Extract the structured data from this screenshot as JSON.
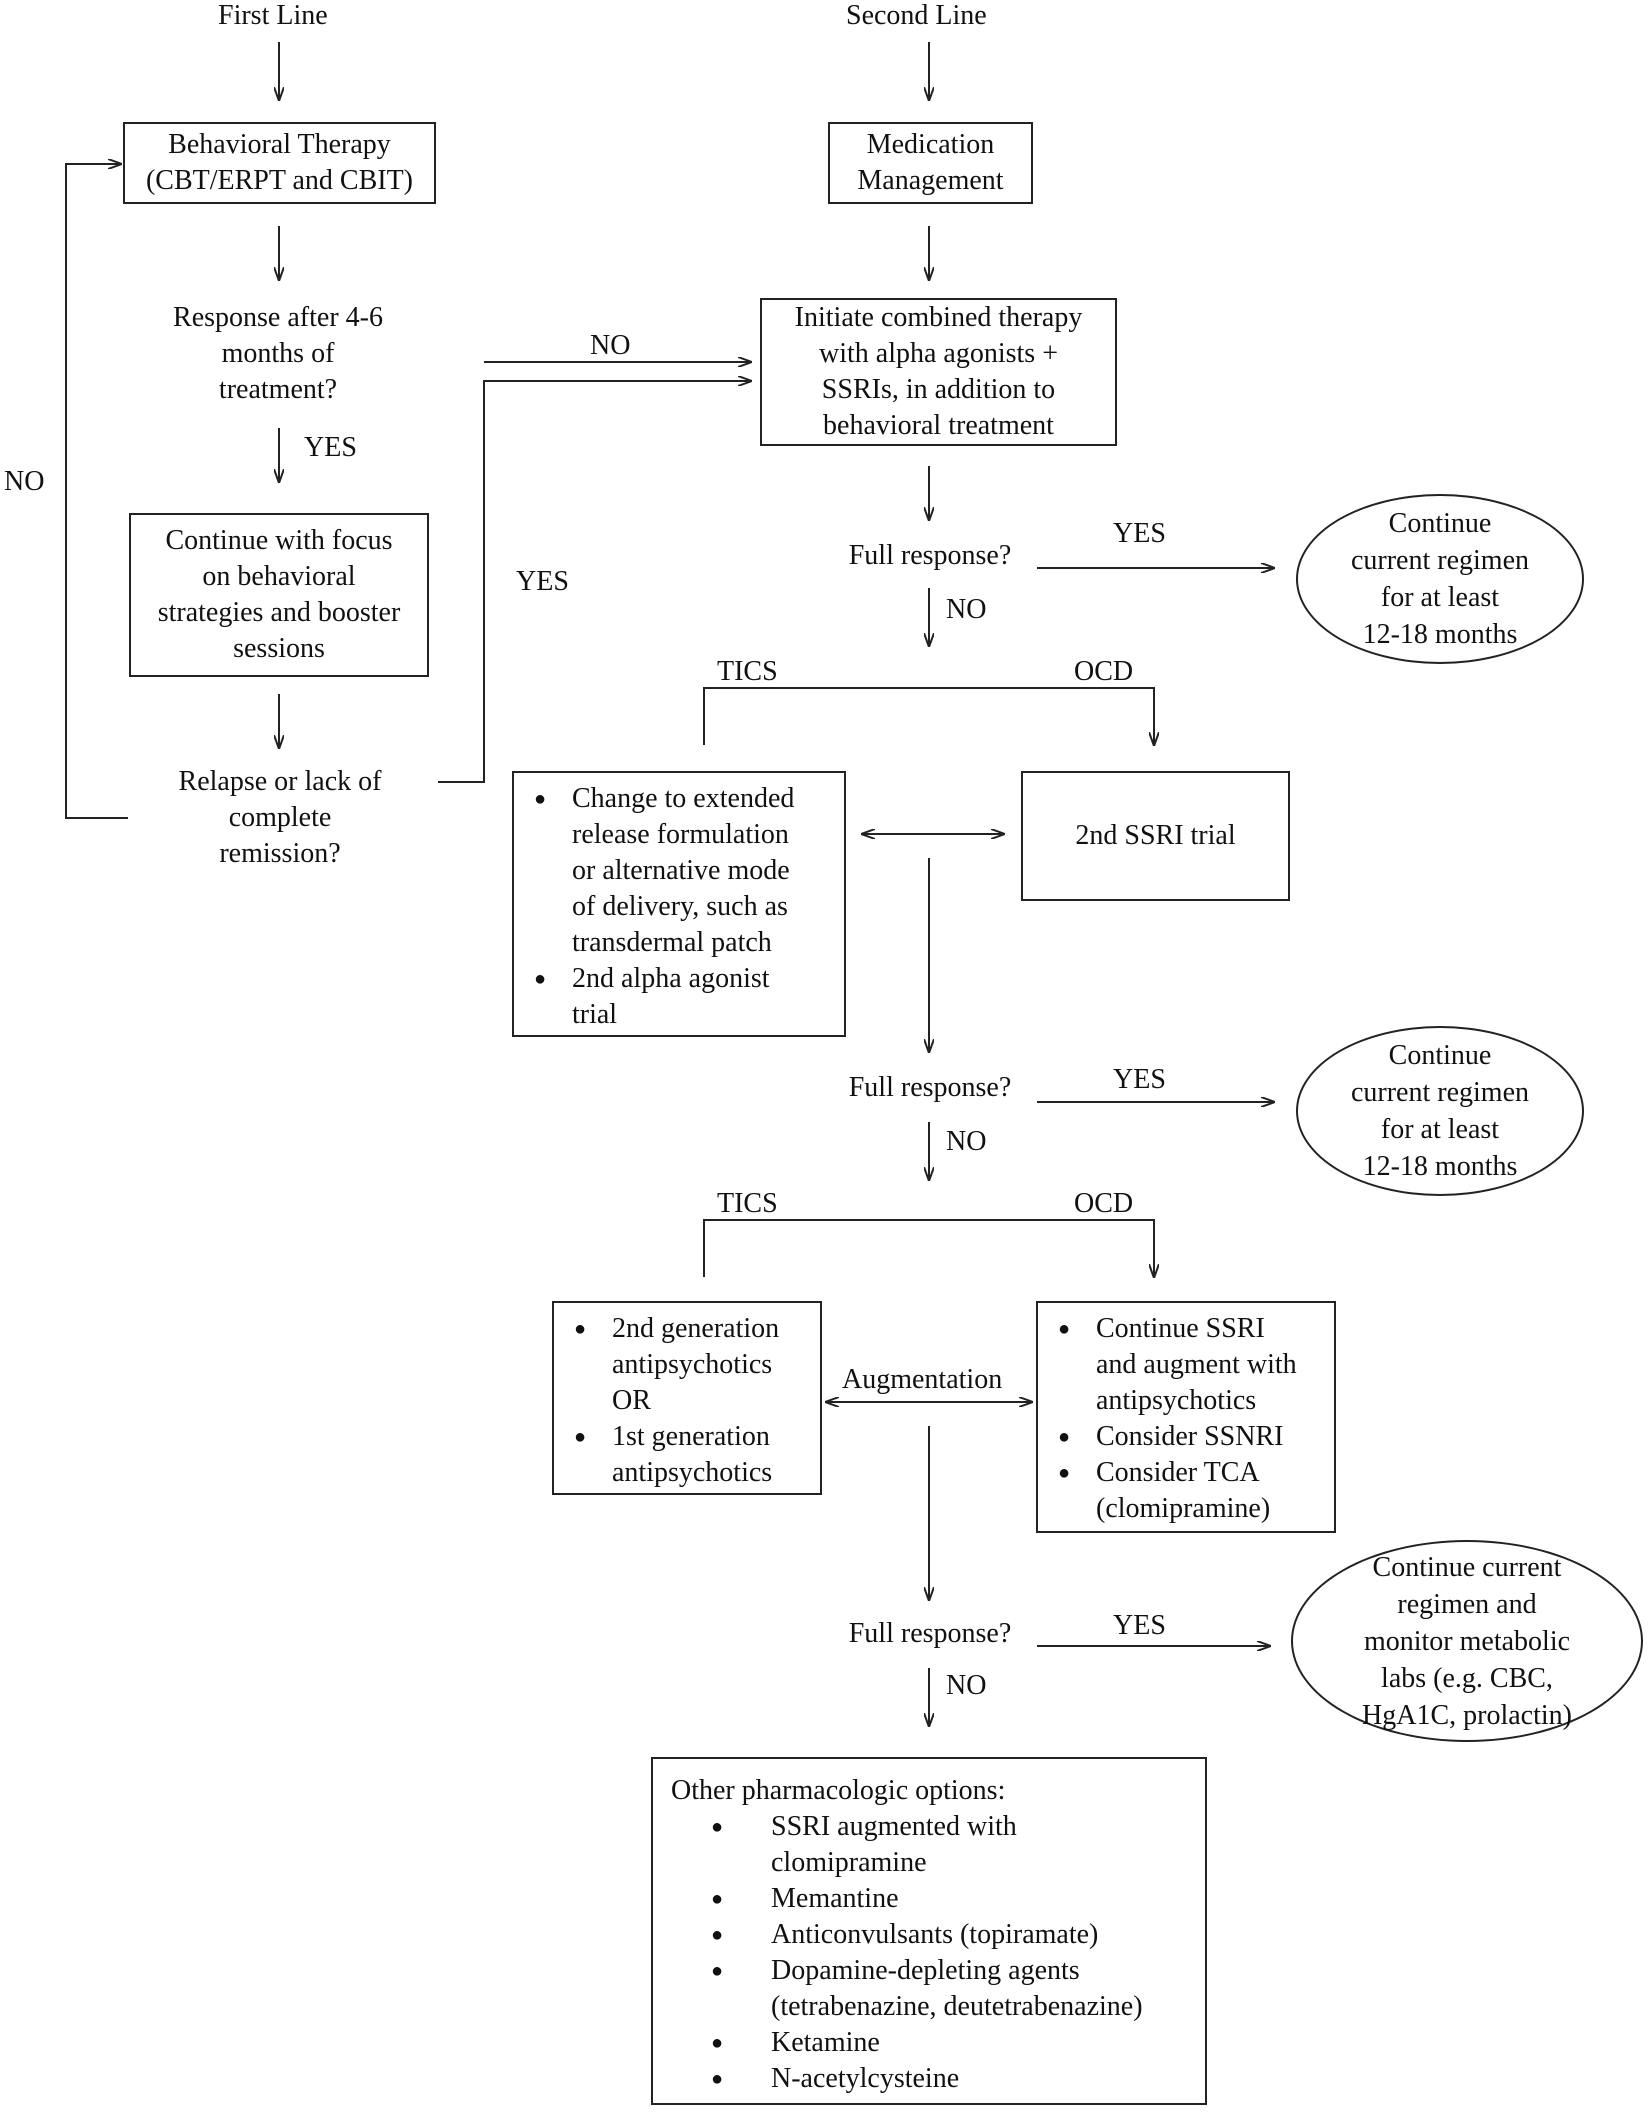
{
  "headers": {
    "first_line": "First Line",
    "second_line": "Second Line"
  },
  "nodes": {
    "behavioral_therapy": "Behavioral Therapy\n(CBT/ERPT and CBIT)",
    "response_question": "Response after 4-6\nmonths of\ntreatment?",
    "continue_focus": "Continue with focus\non behavioral\nstrategies and booster\nsessions",
    "relapse_question": "Relapse or lack of\ncomplete\nremission?",
    "medication_management": "Medication\nManagement",
    "combined_therapy": "Initiate combined therapy\nwith alpha agonists +\nSSRIs, in addition to\nbehavioral treatment",
    "full_response_1": "Full response?",
    "full_response_2": "Full response?",
    "full_response_3": "Full response?",
    "continue_regimen_1": "Continue\ncurrent regimen\nfor at least\n12-18 months",
    "continue_regimen_2": "Continue\ncurrent regimen\nfor at least\n12-18 months",
    "continue_regimen_3": "Continue current\nregimen and\nmonitor metabolic\nlabs (e.g. CBC,\nHgA1C, prolactin)",
    "tics_options_1": [
      "Change to extended\nrelease formulation\nor alternative mode\nof delivery, such as\ntransdermal patch",
      "2nd alpha agonist\ntrial"
    ],
    "ssri_trial": "2nd SSRI trial",
    "tics_options_2": [
      "2nd generation\nantipsychotics\nOR",
      "1st generation\nantipsychotics"
    ],
    "ocd_options_2": [
      "Continue SSRI\nand augment with\nantipsychotics",
      "Consider SSNRI",
      "Consider TCA\n(clomipramine)"
    ],
    "other_options_title": "Other pharmacologic options:",
    "other_options": [
      "SSRI augmented with\nclomipramine",
      "Memantine",
      "Anticonvulsants (topiramate)",
      "Dopamine-depleting agents\n(tetrabenazine, deutetrabenazine)",
      "Ketamine",
      "N-acetylcysteine"
    ]
  },
  "edge_labels": {
    "no_loop": "NO",
    "yes_response": "YES",
    "no_to_combined": "NO",
    "yes_relapse": "YES",
    "yes_full_1": "YES",
    "no_full_1": "NO",
    "tics_1": "TICS",
    "ocd_1": "OCD",
    "yes_full_2": "YES",
    "no_full_2": "NO",
    "tics_2": "TICS",
    "ocd_2": "OCD",
    "augmentation": "Augmentation",
    "yes_full_3": "YES",
    "no_full_3": "NO"
  }
}
